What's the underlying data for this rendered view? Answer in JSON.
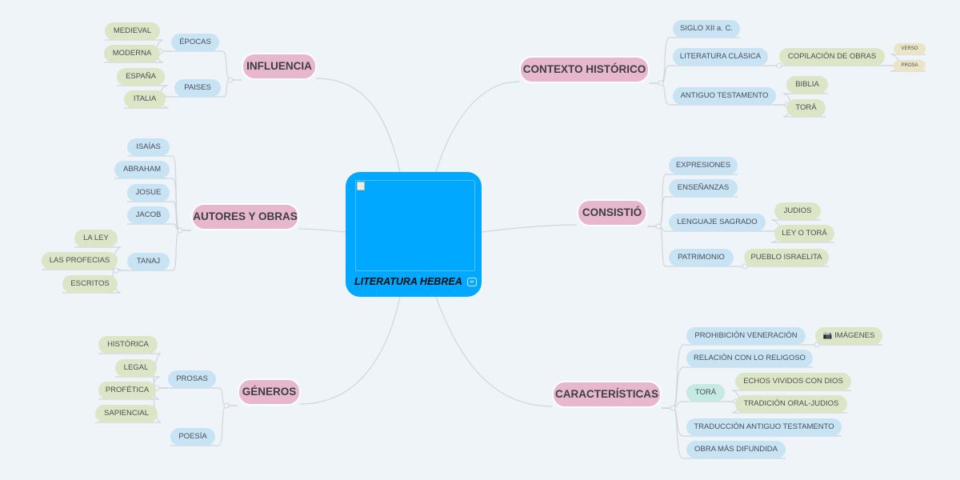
{
  "center": {
    "title": "LITERATURA HEBREA",
    "icon": "link-icon",
    "color": "#00a9ff"
  },
  "branches": {
    "influencia": {
      "label": "INFLUENCIA",
      "epocas": "ÉPOCAS",
      "medieval": "MEDIEVAL",
      "moderna": "MODERNA",
      "paises": "PAISES",
      "espana": "ESPAÑA",
      "italia": "ITALIA"
    },
    "autores": {
      "label": "AUTORES Y OBRAS",
      "isaias": "ISAÍAS",
      "abraham": "ABRAHAM",
      "josue": "JOSUE",
      "jacob": "JACOB",
      "tanaj": "TANAJ",
      "laley": "LA LEY",
      "profecias": "LAS PROFECIAS",
      "escritos": "ESCRITOS"
    },
    "generos": {
      "label": "GÉNEROS",
      "prosas": "PROSAS",
      "historica": "HISTÓRICA",
      "legal": "LEGAL",
      "profetica": "PROFÉTICA",
      "sapiencial": "SAPIENCIAL",
      "poesia": "POESÍA"
    },
    "contexto": {
      "label": "CONTEXTO HISTÓRICO",
      "siglo": "SIGLO XII a. C.",
      "literatura": "LITERATURA CLÁSICA",
      "copilacion": "COPILACIÓN DE OBRAS",
      "verso": "VERSO",
      "prosa": "PROSA",
      "antiguo": "ANTIGUO TESTAMENTO",
      "biblia": "BIBLIA",
      "tora": "TORÁ"
    },
    "consistio": {
      "label": "CONSISTIÓ",
      "expresiones": "EXPRESIONES",
      "ensenanzas": "ENSEÑANZAS",
      "lenguaje": "LENGUAJE SAGRADO",
      "judios": "JUDIOS",
      "leyotora": "LEY O TORÁ",
      "patrimonio": "PATRIMONIO",
      "pueblo": "PUEBLO ISRAELITA"
    },
    "caracteristicas": {
      "label": "CARACTERÍSTICAS",
      "prohibicion": "PROHIBICIÓN VENERACIÓN",
      "imagenes": "📷 IMÁGENES",
      "relacion": "RELACIÓN CON LO RELIGOSO",
      "tora": "TORÁ",
      "echos": "ECHOS VIVIDOS CON DIOS",
      "tradicion": "TRADICIÓN ORAL-JUDIOS",
      "traduccion": "TRADUCCIÓN ANTIGUO TESTAMENTO",
      "obra": "OBRA MÁS DIFUNDIDA"
    }
  },
  "colors": {
    "main": "#e6b7cd",
    "level1": "#c8e3f4",
    "level2": "#dce6c6",
    "level3": "#ebe4c6",
    "line": "#cfd6dc"
  }
}
